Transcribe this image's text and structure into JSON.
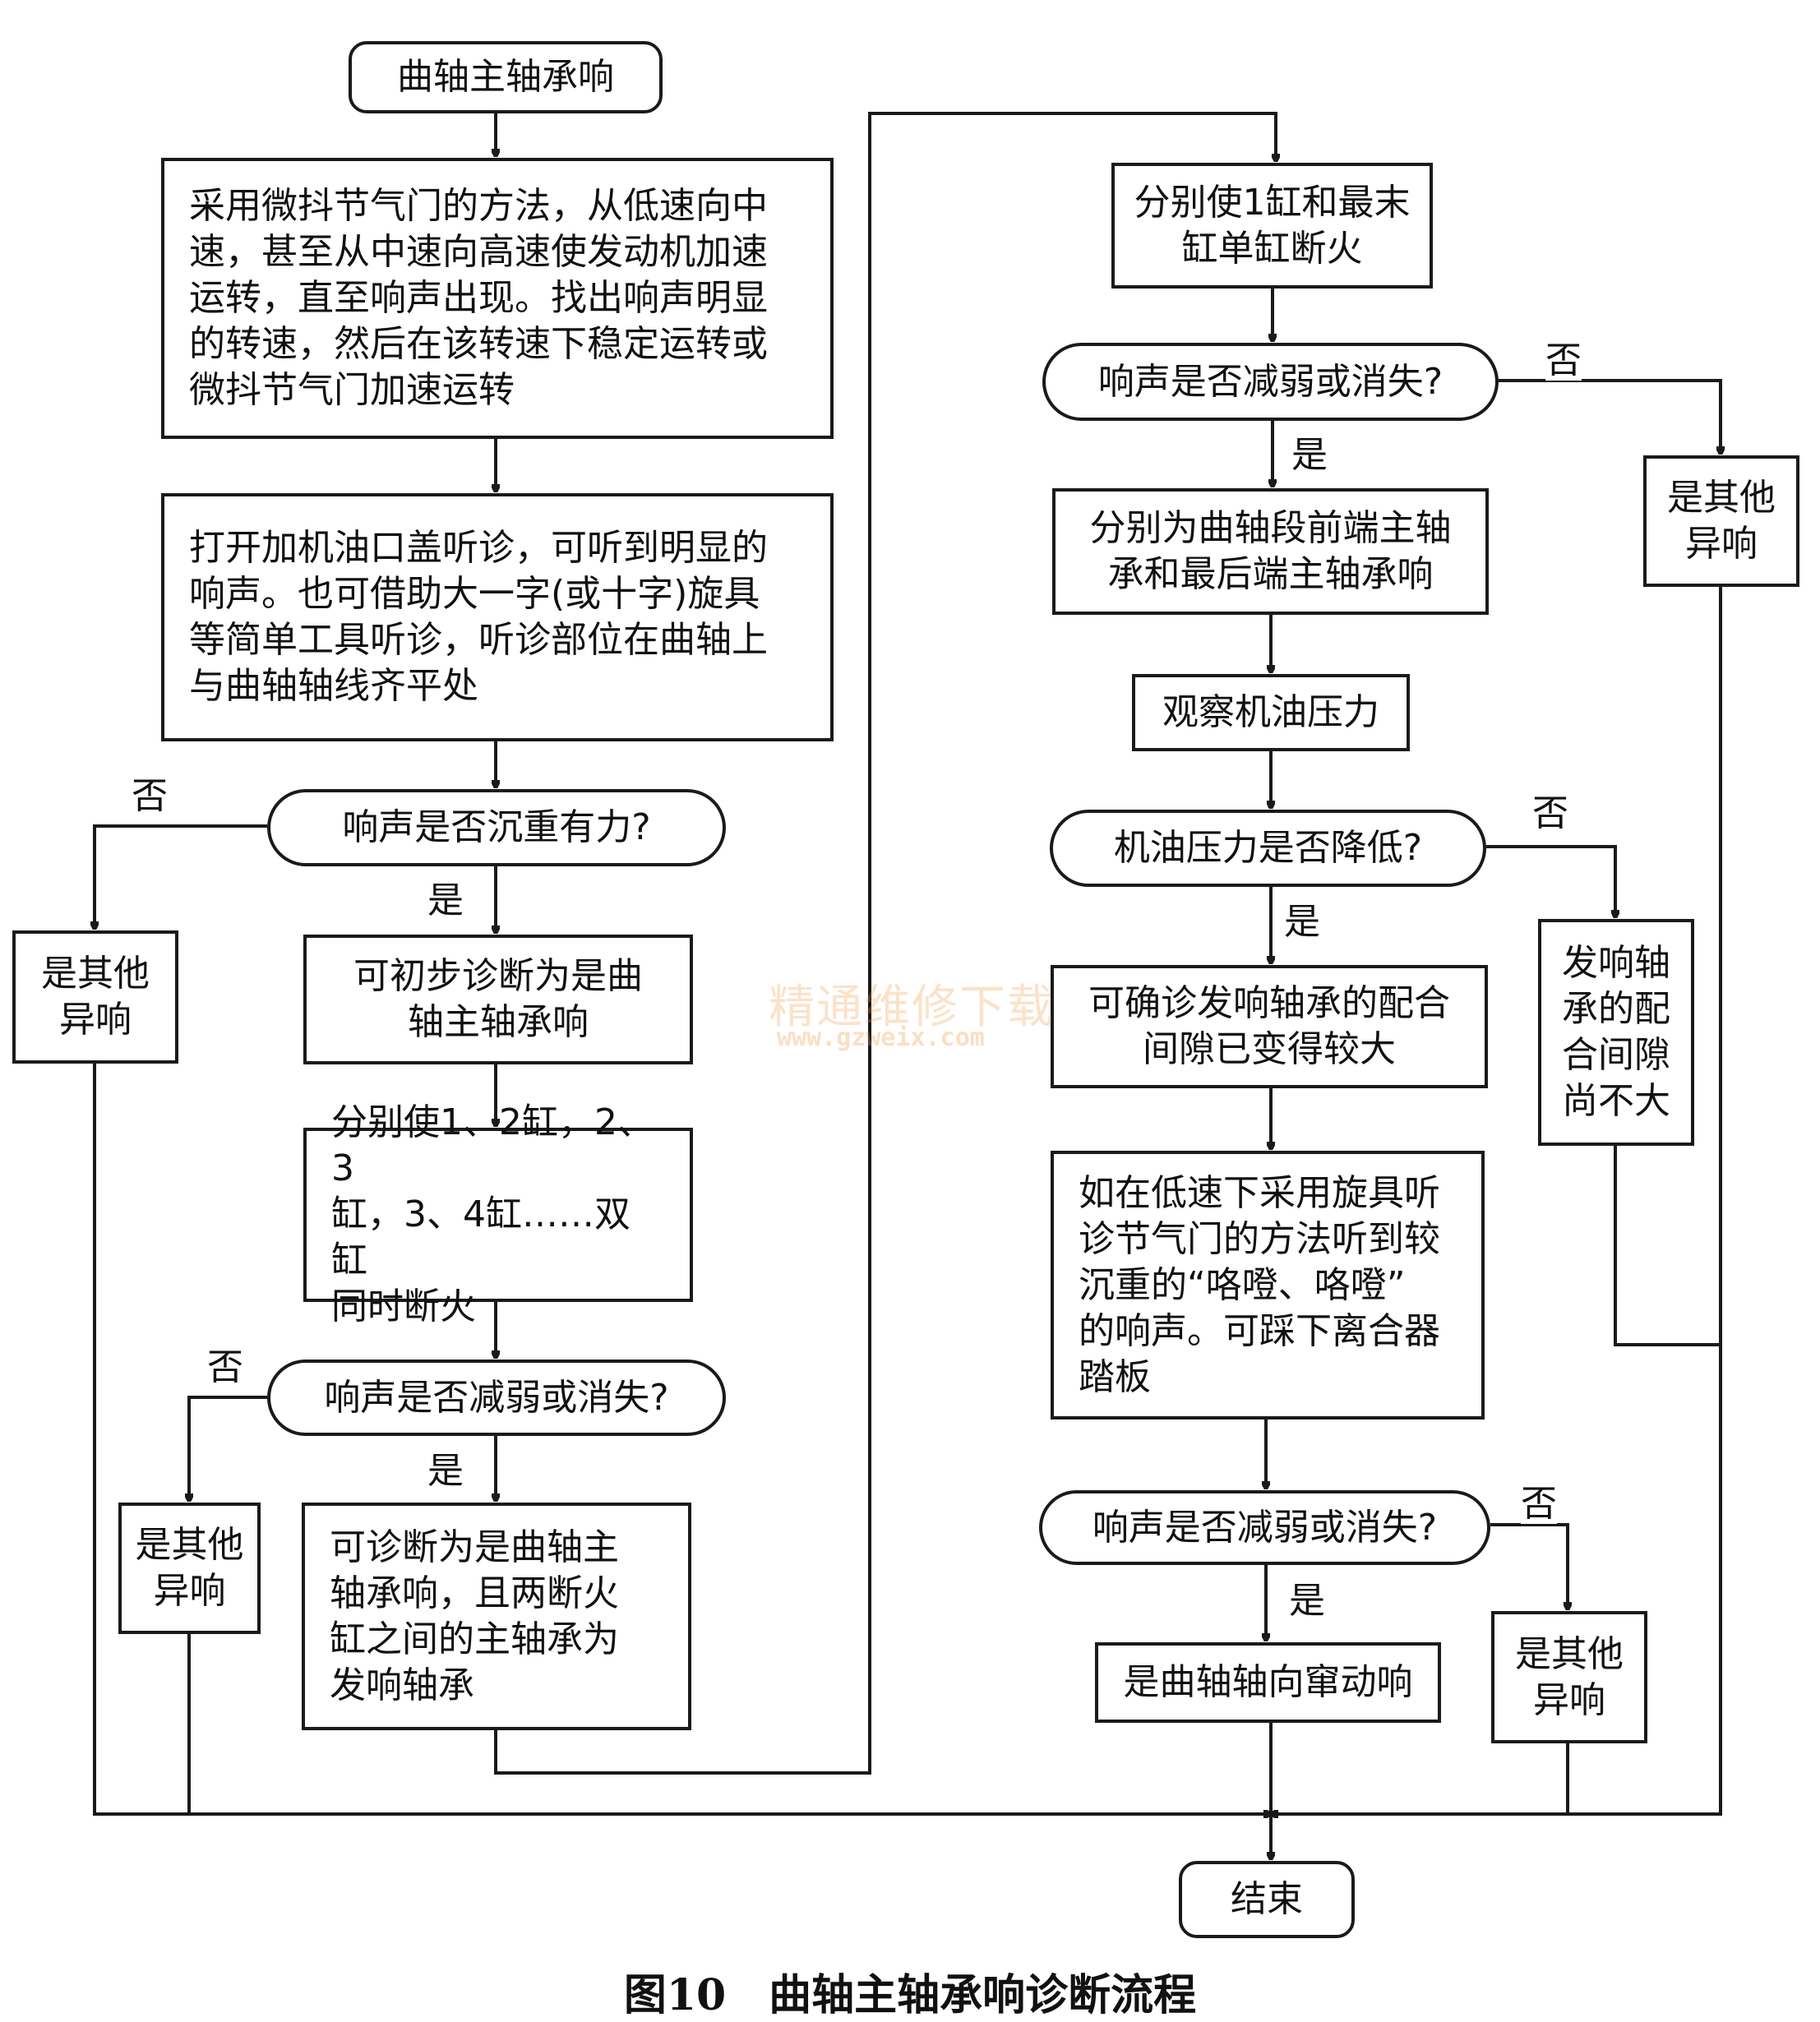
{
  "nodes": {
    "start": "曲轴主轴承响",
    "s1": "采用微抖节气门的方法，从低速向中\n速，甚至从中速向高速使发动机加速\n运转，直至响声出现。找出响声明显\n的转速，然后在该转速下稳定运转或\n微抖节气门加速运转",
    "s2": "打开加机油口盖听诊，可听到明显的\n响声。也可借助大一字(或十字)旋具\n等简单工具听诊，听诊部位在曲轴上\n与曲轴轴线齐平处",
    "d1": "响声是否沉重有力?",
    "o1": "是其他\n异响",
    "s3": "可初步诊断为是曲\n轴主轴承响",
    "s4": "分别使1、2缸，2、3\n缸，3、4缸……双缸\n同时断火",
    "d2": "响声是否减弱或消失?",
    "o2": "是其他\n异响",
    "s5": "可诊断为是曲轴主\n轴承响，且两断火\n缸之间的主轴承为\n发响轴承",
    "r1": "分别使1缸和最末\n缸单缸断火",
    "d3": "响声是否减弱或消失?",
    "o3": "是其他\n异响",
    "r2": "分别为曲轴段前端主轴\n承和最后端主轴承响",
    "r3": "观察机油压力",
    "d4": "机油压力是否降低?",
    "o4": "发响轴\n承的配\n合间隙\n尚不大",
    "r4": "可确诊发响轴承的配合\n间隙已变得较大",
    "r5": "如在低速下采用旋具听\n诊节气门的方法听到较\n沉重的“咯噔、咯噔”\n的响声。可踩下离合器\n踏板",
    "d5": "响声是否减弱或消失?",
    "o5": "是其他\n异响",
    "r6": "是曲轴轴向窜动响",
    "end": "结束"
  },
  "labels": {
    "yes": "是",
    "no": "否"
  },
  "watermark": {
    "name": "精通维修下载",
    "url": "www.gzweix.com"
  },
  "caption": "图10　曲轴主轴承响诊断流程"
}
